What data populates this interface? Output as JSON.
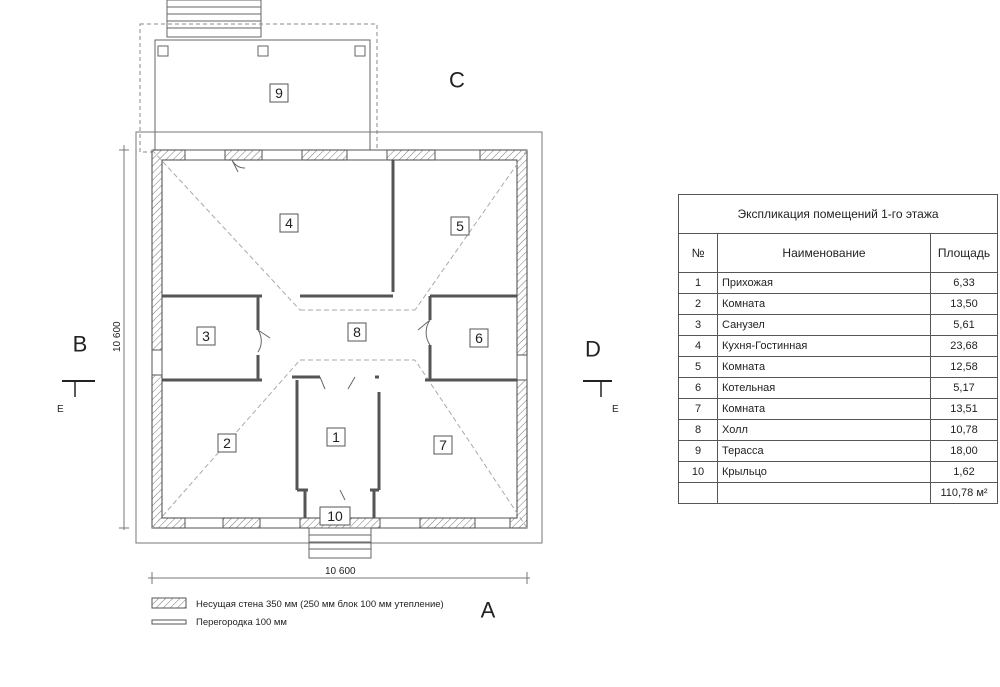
{
  "axes": {
    "a": "A",
    "b": "B",
    "c": "C",
    "d": "D"
  },
  "section_marks": {
    "left": "E",
    "right": "E"
  },
  "dimensions": {
    "bottom": "10 600",
    "left": "10 600"
  },
  "rooms": [
    {
      "num": "1"
    },
    {
      "num": "2"
    },
    {
      "num": "3"
    },
    {
      "num": "4"
    },
    {
      "num": "5"
    },
    {
      "num": "6"
    },
    {
      "num": "7"
    },
    {
      "num": "8"
    },
    {
      "num": "9"
    },
    {
      "num": "10"
    }
  ],
  "legend": {
    "wall": "Несущая стена 350 мм (250 мм блок 100 мм утепление)",
    "partition": "Перегородка 100 мм"
  },
  "table": {
    "title": "Экспликация помещений 1-го этажа",
    "headers": {
      "num": "№",
      "name": "Наименование",
      "area": "Площадь"
    },
    "rows": [
      {
        "num": "1",
        "name": "Прихожая",
        "area": "6,33"
      },
      {
        "num": "2",
        "name": "Комната",
        "area": "13,50"
      },
      {
        "num": "3",
        "name": "Санузел",
        "area": "5,61"
      },
      {
        "num": "4",
        "name": "Кухня-Гостинная",
        "area": "23,68"
      },
      {
        "num": "5",
        "name": "Комната",
        "area": "12,58"
      },
      {
        "num": "6",
        "name": "Котельная",
        "area": "5,17"
      },
      {
        "num": "7",
        "name": "Комната",
        "area": "13,51"
      },
      {
        "num": "8",
        "name": "Холл",
        "area": "10,78"
      },
      {
        "num": "9",
        "name": "Терасса",
        "area": "18,00"
      },
      {
        "num": "10",
        "name": "Крыльцо",
        "area": "1,62"
      }
    ],
    "total": "110,78 м²"
  }
}
